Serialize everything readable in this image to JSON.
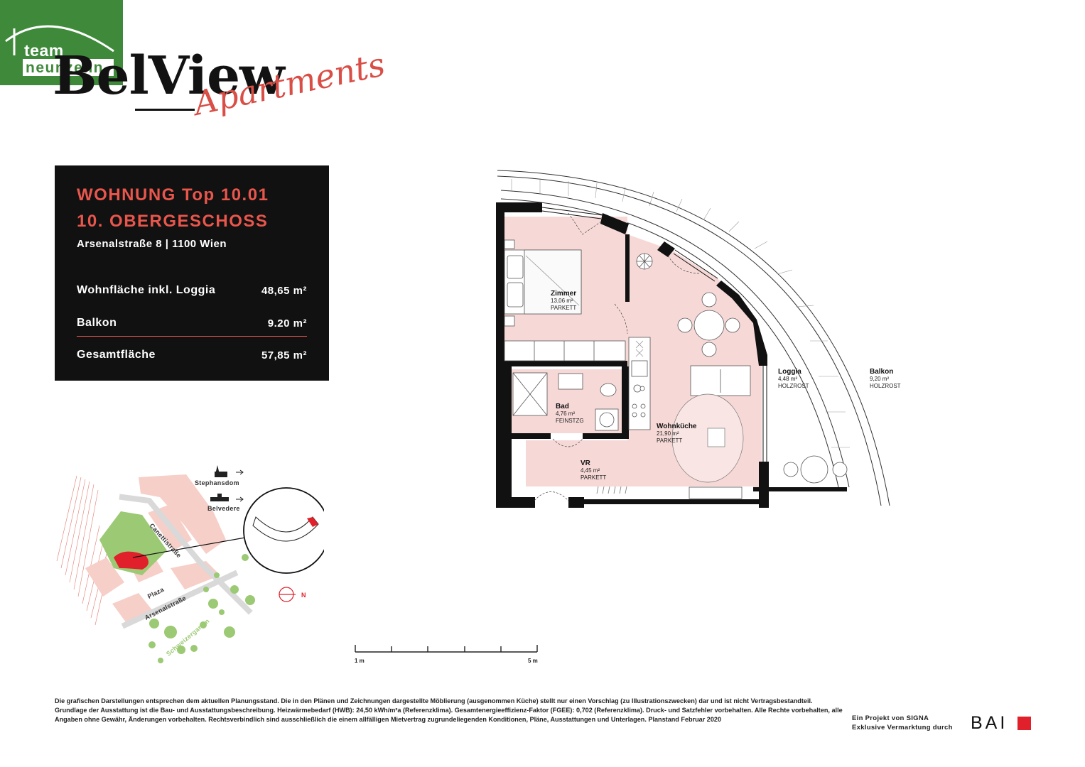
{
  "logo": {
    "team": "team",
    "neunzehn": "neunzehn",
    "brand_word": "BelView",
    "brand_script": "Apartments",
    "colors": {
      "green": "#3e8a3a",
      "accent": "#e8564c"
    }
  },
  "info": {
    "title_line1": "WOHNUNG Top 10.01",
    "title_line2": "10. OBERGESCHOSS",
    "address": "Arsenalstraße 8 | 1100 Wien",
    "rows": [
      {
        "label": "Wohnfläche inkl. Loggia",
        "value": "48,65 m²"
      },
      {
        "label": "Balkon",
        "value": "9.20 m²"
      },
      {
        "label": "Gesamtfläche",
        "value": "57,85 m²"
      }
    ]
  },
  "plan": {
    "rooms": [
      {
        "name": "Zimmer",
        "area": "13,06 m²",
        "floor": "PARKETT"
      },
      {
        "name": "Bad",
        "area": "4,76 m²",
        "floor": "FEINSTZG"
      },
      {
        "name": "Wohnküche",
        "area": "21,90 m²",
        "floor": "PARKETT"
      },
      {
        "name": "VR",
        "area": "4,45 m²",
        "floor": "PARKETT"
      },
      {
        "name": "Loggia",
        "area": "4,48 m²",
        "floor": "HOLZROST"
      },
      {
        "name": "Balkon",
        "area": "9,20 m²",
        "floor": "HOLZROST"
      }
    ],
    "room_fill": "#f6d9d7"
  },
  "site": {
    "landmarks": [
      "Stephansdom",
      "Belvedere"
    ],
    "streets": [
      "Canettistraße",
      "Arsenalstraße",
      "Plaza"
    ],
    "park": "Schweizergarten",
    "north": "N"
  },
  "scale": {
    "left": "1 m",
    "right": "5 m"
  },
  "footer": {
    "disclaimer": "Die grafischen Darstellungen entsprechen dem aktuellen Planungsstand. Die in den Plänen und Zeichnungen dargestellte Möblierung (ausgenommen Küche) stellt nur einen Vorschlag (zu Illustrationszwecken) dar und ist nicht Vertragsbestandteil. Grundlage der Ausstattung ist die Bau- und Ausstattungsbeschreibung. Heizwärmebedarf (HWB): 24,50 kWh/m²a (Referenzklima). Gesamtenergieeffizienz-Faktor (FGEE): 0,702 (Referenzklima). Druck- und Satzfehler vorbehalten. Alle Rechte vorbehalten, alle Angaben ohne Gewähr, Änderungen vorbehalten. Rechtsverbindlich sind ausschließlich die einem allfälligen Mietvertrag zugrundeliegenden Konditionen, Pläne, Ausstattungen und Unterlagen. Planstand Februar 2020",
    "credit1": "Ein Projekt von SIGNA",
    "credit2": "Exklusive Vermarktung durch",
    "bai": "BAI"
  }
}
